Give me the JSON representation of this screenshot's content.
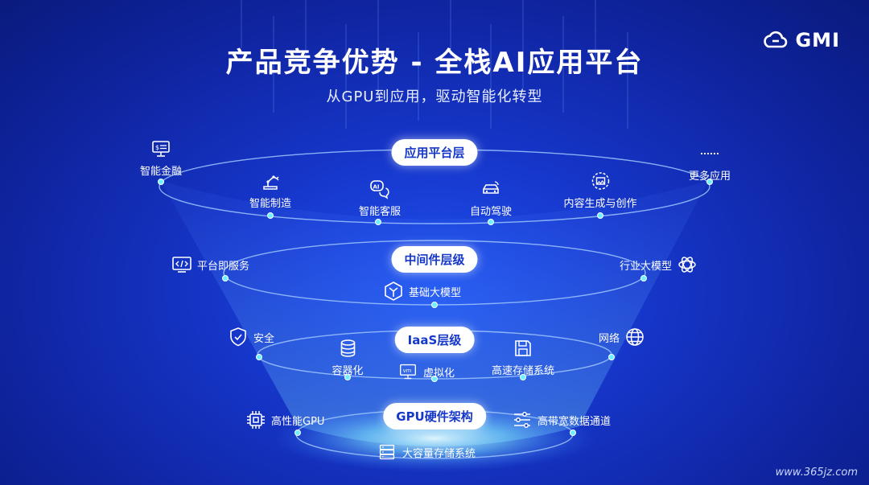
{
  "brand": {
    "logo_text": "GMI"
  },
  "title": "产品竞争优势 - 全栈AI应用平台",
  "subtitle": "从GPU到应用，驱动智能化转型",
  "layers": {
    "app": {
      "label": "应用平台层",
      "items": {
        "finance": "智能金融",
        "manufacturing": "智能制造",
        "customer_service": "智能客服",
        "autonomous_driving": "自动驾驶",
        "content_creation": "内容生成与创作",
        "more_apps": "更多应用"
      }
    },
    "middleware": {
      "label": "中间件层级",
      "items": {
        "paas": "平台即服务",
        "foundation_model": "基础大模型",
        "industry_model": "行业大模型"
      }
    },
    "iaas": {
      "label": "IaaS层级",
      "items": {
        "security": "安全",
        "containerization": "容器化",
        "virtualization": "虚拟化",
        "storage": "高速存储系统",
        "network": "网络"
      }
    },
    "gpu": {
      "label": "GPU硬件架构",
      "items": {
        "gpu": "高性能GPU",
        "bandwidth": "高带宽数据通道",
        "capacity_storage": "大容量存储系统"
      }
    }
  },
  "watermark": "www.365jz.com",
  "colors": {
    "background": "#1636c9",
    "pill_text": "#1638c8",
    "node": "#6ff0ff"
  }
}
